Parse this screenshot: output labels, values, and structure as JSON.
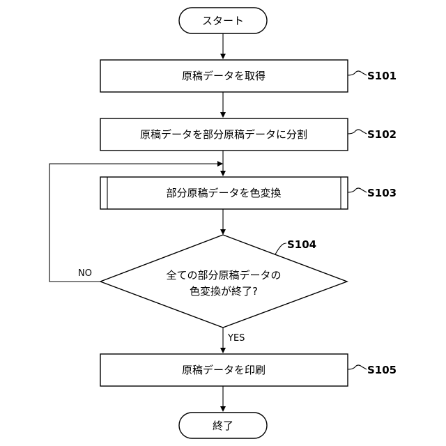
{
  "nodes": {
    "start": "スタート",
    "s101": "原稿データを取得",
    "s102": "原稿データを部分原稿データに分割",
    "s103": "部分原稿データを色変換",
    "s104_line1": "全ての部分原稿データの",
    "s104_line2": "色変換が終了?",
    "s105": "原稿データを印刷",
    "end": "終了"
  },
  "step_labels": {
    "s101": "S101",
    "s102": "S102",
    "s103": "S103",
    "s104": "S104",
    "s105": "S105"
  },
  "branches": {
    "no": "NO",
    "yes": "YES"
  }
}
